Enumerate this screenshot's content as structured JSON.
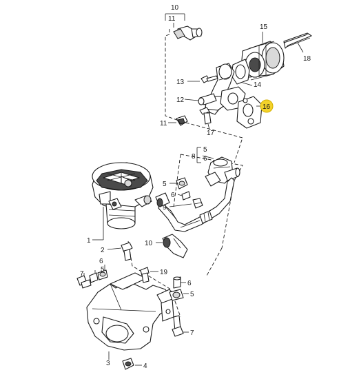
{
  "diagram": {
    "highlight_color": "#f3d22b",
    "callouts": {
      "c10": "10",
      "c11_top": "11",
      "c15": "15",
      "c18": "18",
      "c13": "13",
      "c14": "14",
      "c12": "12",
      "c16": "16",
      "c11_mid": "11",
      "c17": "17",
      "c8": "8",
      "c5_top": "5",
      "c6_top": "6",
      "c5_mid": "5",
      "c6_mid": "6",
      "c9": "9",
      "c1": "1",
      "c2": "2",
      "c10_bot": "10",
      "c7_left": "7",
      "c6_left": "6",
      "c5_left": "5",
      "c19": "19",
      "c6_right": "6",
      "c5_right": "5",
      "c7_right": "7",
      "c3": "3",
      "c4": "4"
    }
  }
}
